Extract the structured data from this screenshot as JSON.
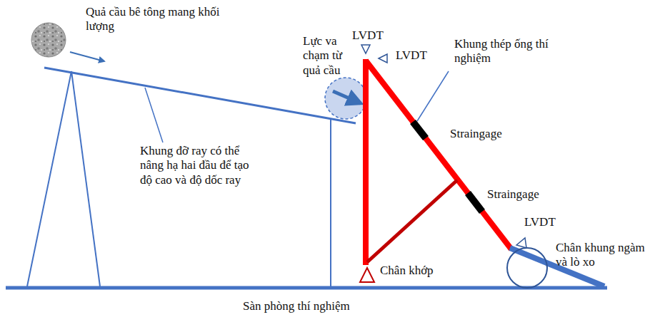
{
  "diagram": {
    "labels": [
      "Quả cầu bê tông mang khối lượng",
      "Lực va chạm từ quả cầu",
      "LVDT",
      "LVDT",
      "Khung thép ống thí nghiệm",
      "Straingage",
      "Straingage",
      "Khung đỡ ray có thể nâng hạ hai đầu để tạo độ cao và độ dốc ray",
      "Chân khớp",
      "LVDT",
      "Chân khung ngàm và lò xo",
      "Sàn phòng thí nghiệm"
    ]
  }
}
